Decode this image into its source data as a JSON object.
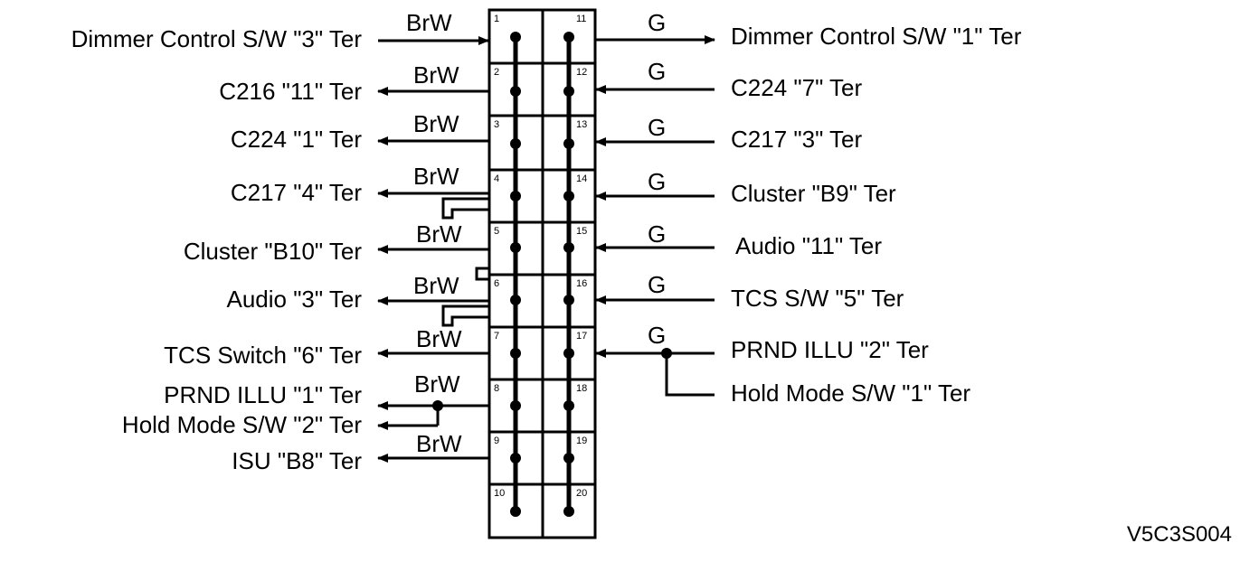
{
  "connector": {
    "left_pins": [
      "1",
      "2",
      "3",
      "4",
      "5",
      "6",
      "7",
      "8",
      "9",
      "10"
    ],
    "right_pins": [
      "11",
      "12",
      "13",
      "14",
      "15",
      "16",
      "17",
      "18",
      "19",
      "20"
    ]
  },
  "left": {
    "wire_color": "BrW",
    "labels": [
      "Dimmer Control S/W \"3\" Ter",
      "C216 \"11\" Ter",
      "C224 \"1\" Ter",
      "C217 \"4\" Ter",
      "Cluster \"B10\" Ter",
      "Audio \"3\" Ter",
      "TCS Switch \"6\" Ter",
      "PRND ILLU \"1\" Ter",
      "Hold Mode S/W \"2\" Ter",
      "ISU \"B8\" Ter"
    ]
  },
  "right": {
    "wire_color": "G",
    "labels": [
      "Dimmer Control S/W \"1\" Ter",
      "C224 \"7\" Ter",
      "C217 \"3\" Ter",
      "Cluster \"B9\" Ter",
      "Audio \"11\" Ter",
      "TCS S/W \"5\" Ter",
      "PRND ILLU \"2\" Ter",
      "Hold Mode S/W \"1\" Ter"
    ]
  },
  "figure_code": "V5C3S004"
}
